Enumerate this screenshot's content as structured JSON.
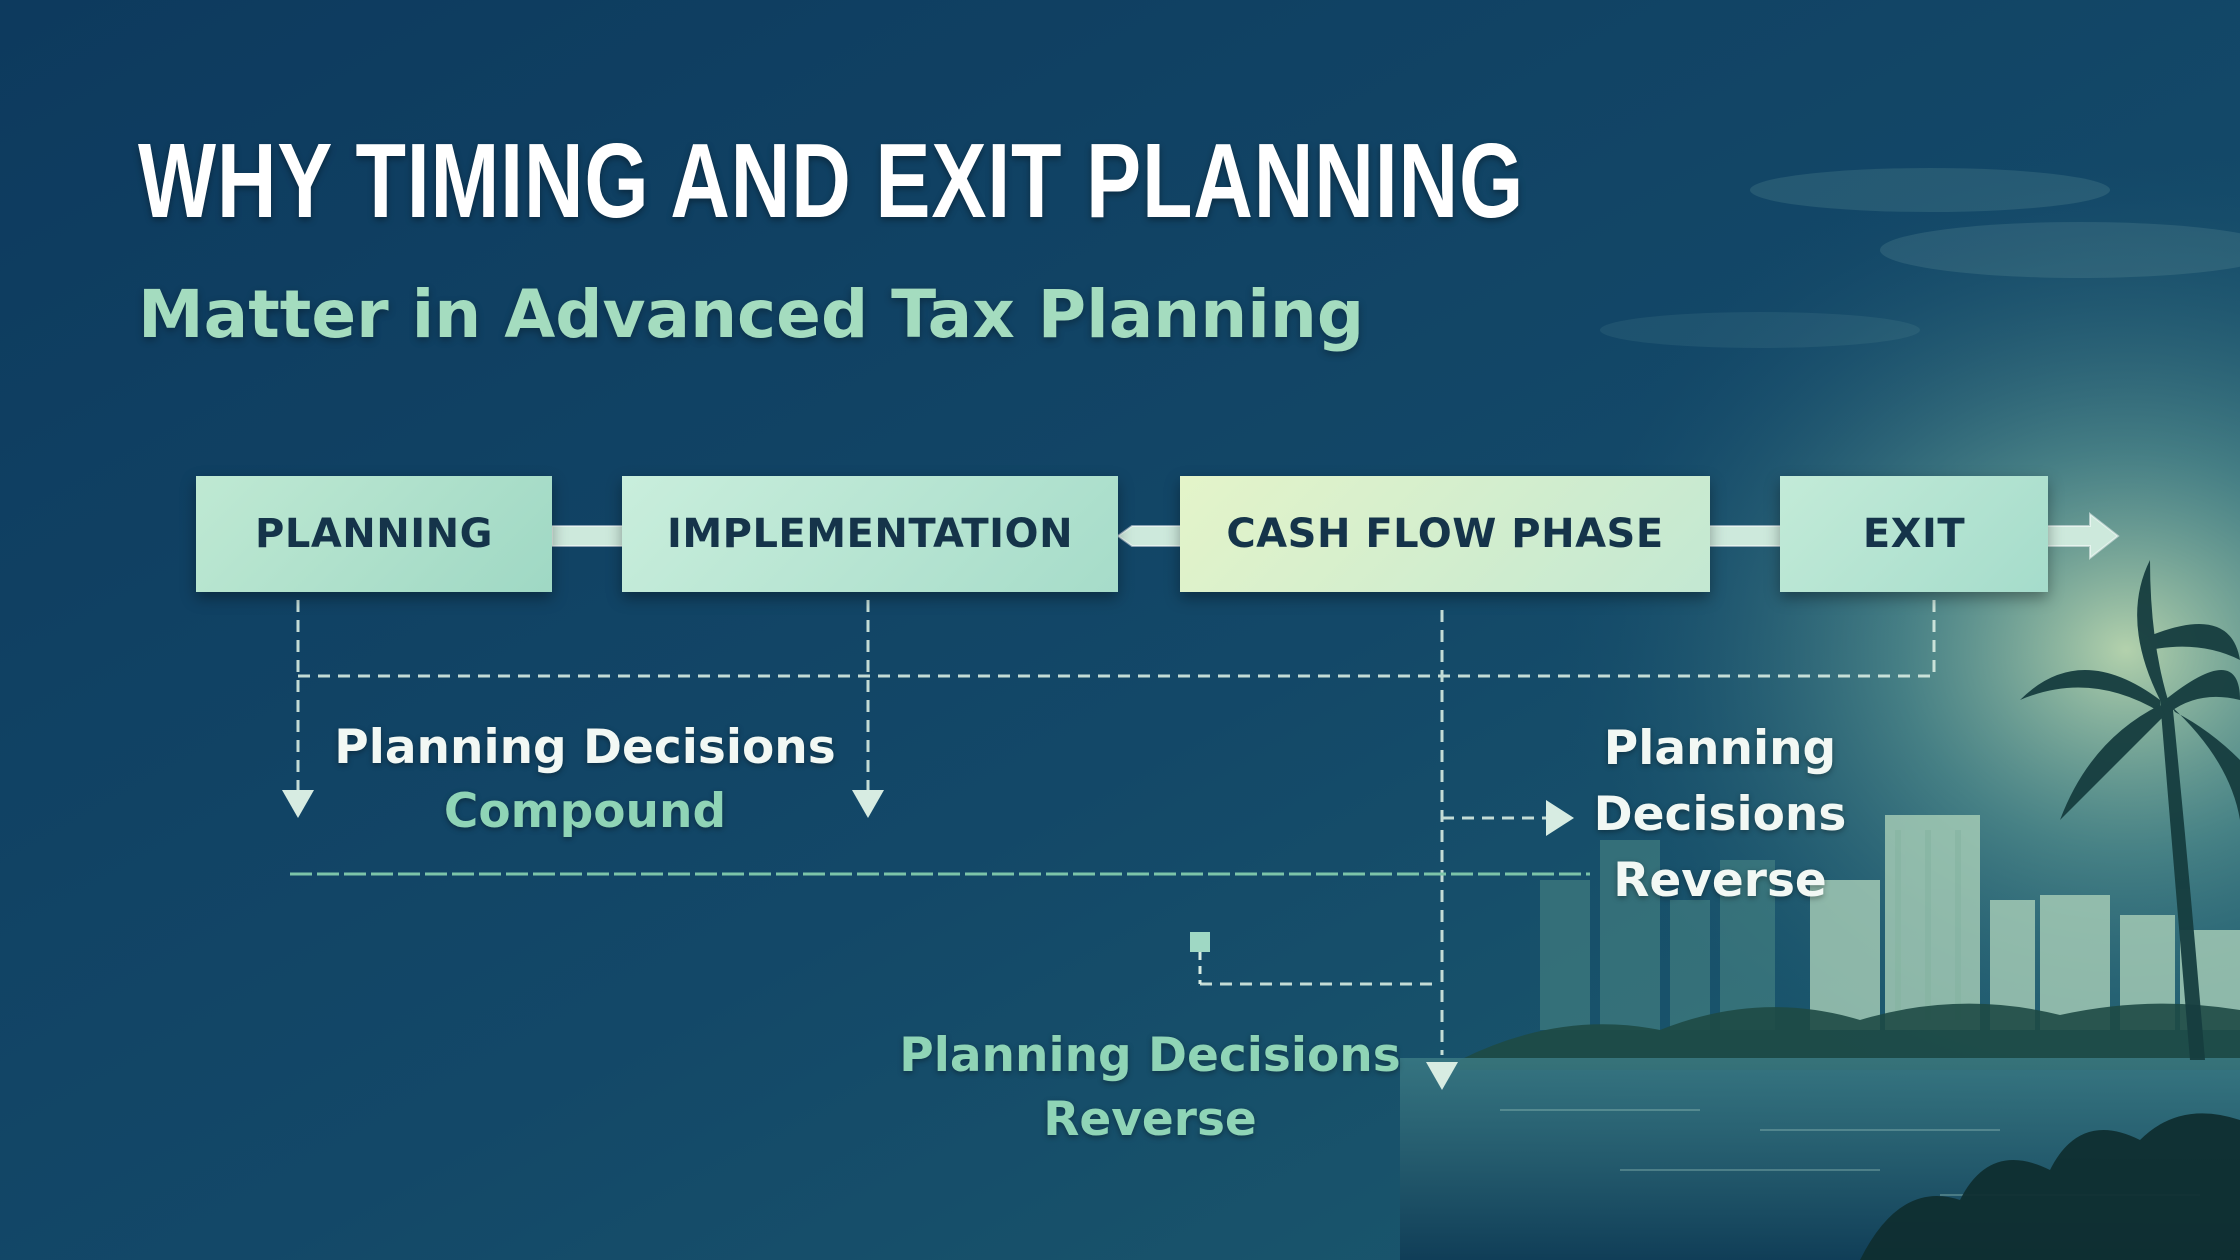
{
  "title": "WHY TIMING AND EXIT PLANNING",
  "subtitle": "Matter in Advanced Tax Planning",
  "stages": [
    {
      "label": "PLANNING"
    },
    {
      "label": "IMPLEMENTATION"
    },
    {
      "label": "CASH FLOW PHASE"
    },
    {
      "label": "EXIT"
    }
  ],
  "annotations": {
    "compound": {
      "line1": "Planning Decisions",
      "line2": "Compound"
    },
    "reverse_right": {
      "line1": "Planning",
      "line2": "Decisions",
      "line3": "Reverse"
    },
    "reverse_bottom": {
      "line1": "Planning Decisions",
      "line2": "Reverse"
    }
  },
  "colors": {
    "background_top": "#0e3a5d",
    "background_bottom": "#0d3450",
    "accent_green": "#8fd4b6",
    "box_text": "#15344a",
    "connector": "#d7ece2"
  }
}
